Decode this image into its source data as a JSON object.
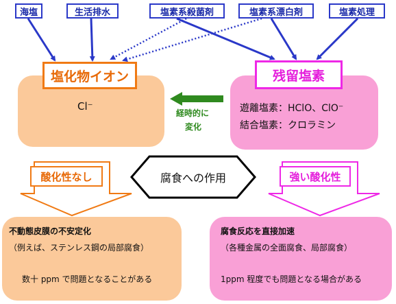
{
  "sources": {
    "sea_salt": "海塩",
    "domestic_waste": "生活排水",
    "chlorine_sterilizer": "塩素系殺菌剤",
    "chlorine_bleach": "塩素系漂白剤",
    "chlorination": "塩素処理"
  },
  "chloride": {
    "title": "塩化物イオン",
    "formula": "Cl⁻"
  },
  "residual": {
    "title": "残留塩素",
    "free_chlorine": "遊離塩素：HClO、ClO⁻",
    "combined_chlorine": "結合塩素：クロラミン"
  },
  "time_change": {
    "line1": "経時的に",
    "line2": "変化"
  },
  "center": {
    "label": "腐食への作用"
  },
  "left_effect": {
    "label": "酸化性なし",
    "heading": "不動態皮膜の不安定化",
    "example": "（例えば、ステンレス鋼の局部腐食）",
    "note": "数十 ppm で問題となることがある"
  },
  "right_effect": {
    "label": "強い酸化性",
    "heading": "腐食反応を直接加速",
    "example": "（各種金属の全面腐食、局部腐食）",
    "note": "1ppm 程度でも問題となる場合がある"
  },
  "colors": {
    "source_border": "#2a38c8",
    "arrow_blue": "#2a38c8",
    "orange": "#f07a14",
    "peach": "#fbc99a",
    "magenta": "#ee28e6",
    "pink": "#f9a0d6",
    "green": "#2f8a1f"
  }
}
